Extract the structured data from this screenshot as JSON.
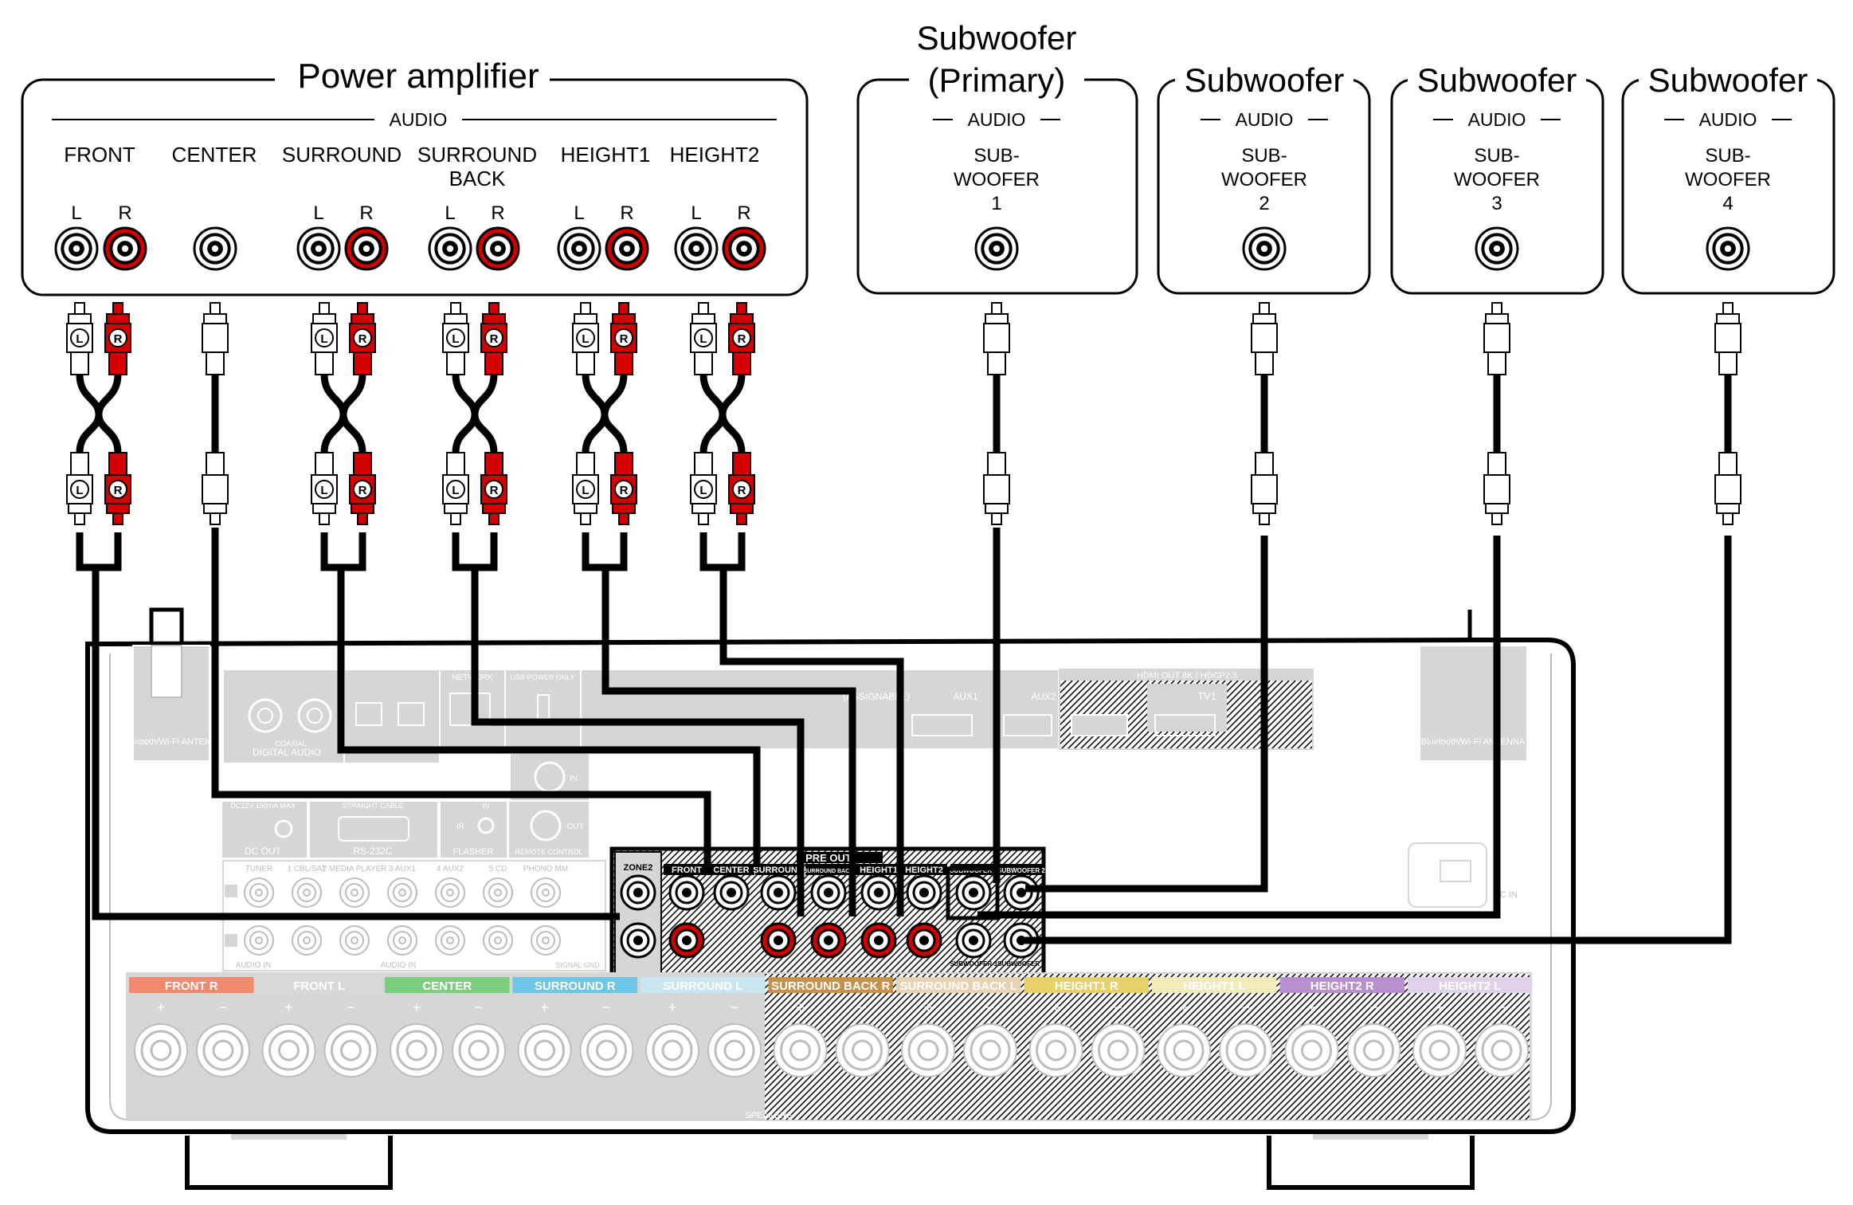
{
  "power_amp": {
    "title": "Power amplifier",
    "audio_label": "AUDIO",
    "channels": [
      "FRONT",
      "CENTER",
      "SURROUND",
      "SURROUND",
      "HEIGHT1",
      "HEIGHT2"
    ],
    "channel_line2": "BACK",
    "left": "L",
    "right": "R"
  },
  "subwoofers": [
    {
      "title_line1": "Subwoofer",
      "title_line2": "(Primary)",
      "audio": "AUDIO",
      "jack_line1": "SUB-",
      "jack_line2": "WOOFER",
      "jack_number": "1"
    },
    {
      "title_line1": "Subwoofer",
      "title_line2": "",
      "audio": "AUDIO",
      "jack_line1": "SUB-",
      "jack_line2": "WOOFER",
      "jack_number": "2"
    },
    {
      "title_line1": "Subwoofer",
      "title_line2": "",
      "audio": "AUDIO",
      "jack_line1": "SUB-",
      "jack_line2": "WOOFER",
      "jack_number": "3"
    },
    {
      "title_line1": "Subwoofer",
      "title_line2": "",
      "audio": "AUDIO",
      "jack_line1": "SUB-",
      "jack_line2": "WOOFER",
      "jack_number": "4"
    }
  ],
  "plug_labels": {
    "left": "L",
    "right": "R"
  },
  "receiver": {
    "pre_out": "PRE OUT",
    "zone2": "ZONE2",
    "pre_out_channels": [
      "FRONT",
      "CENTER",
      "SURROUND",
      "SURROUND BACK",
      "HEIGHT1",
      "HEIGHT2",
      "SUBWOOFER 1",
      "SUBWOOFER 2",
      "SUBWOOFER 3",
      "SUBWOOFER 4"
    ],
    "antenna_left": "Bluetooth/Wi-Fi ANTENNA",
    "antenna_right": "Bluetooth/Wi-Fi ANTENNA",
    "digital_audio": "DIGITAL AUDIO",
    "coaxial": "COAXIAL",
    "network": "NETWORK",
    "usb_power": "USB POWER ONLY",
    "hdmi_out": "HDMI OUT  8K / HDCP2.3",
    "tv1": "TV1",
    "aux1": "AUX1",
    "aux2": "AUX2",
    "assignable": "(ASSIGNABLE)",
    "dc_out": "DC OUT",
    "dc_spec": "DC12V 150mA MAX",
    "rs232c": "RS-232C",
    "straight_cable": "STRAIGHT CABLE",
    "flasher": "FLASHER",
    "remote_control": "REMOTE CONTROL",
    "ir": "IR",
    "in": "IN",
    "out": "OUT",
    "audio_in_labels": [
      "TUNER",
      "1 CBL/SAT",
      "2 MEDIA PLAYER",
      "3 AUX1",
      "4 AUX2",
      "5 CD",
      "PHONO MM"
    ],
    "audio_in": "AUDIO IN",
    "signal_gnd": "SIGNAL GND",
    "ac_in": "AC IN",
    "speakers": "SPEAKERS",
    "speaker_groups": [
      {
        "label": "FRONT",
        "side": "R",
        "color": "#f08a6c"
      },
      {
        "label": "FRONT",
        "side": "L",
        "color": "#d8d8d8"
      },
      {
        "label": "CENTER",
        "side": "",
        "color": "#7ccf7c"
      },
      {
        "label": "SURROUND",
        "side": "R",
        "color": "#6cc6e8"
      },
      {
        "label": "SURROUND",
        "side": "L",
        "color": "#c8e6f2"
      },
      {
        "label": "SURROUND BACK",
        "side": "R",
        "color": "#c9904a"
      },
      {
        "label": "SURROUND BACK",
        "side": "L",
        "color": "#ead3b0"
      },
      {
        "label": "HEIGHT1",
        "side": "R",
        "color": "#e8d06a"
      },
      {
        "label": "HEIGHT1",
        "side": "L",
        "color": "#f3ebb8"
      },
      {
        "label": "HEIGHT2",
        "side": "R",
        "color": "#b88fd0"
      },
      {
        "label": "HEIGHT2",
        "side": "L",
        "color": "#e0d2ea"
      }
    ]
  },
  "colors": {
    "right_channel": "#d40000",
    "cable": "#000000",
    "panel_gray": "#d6d6d6"
  }
}
